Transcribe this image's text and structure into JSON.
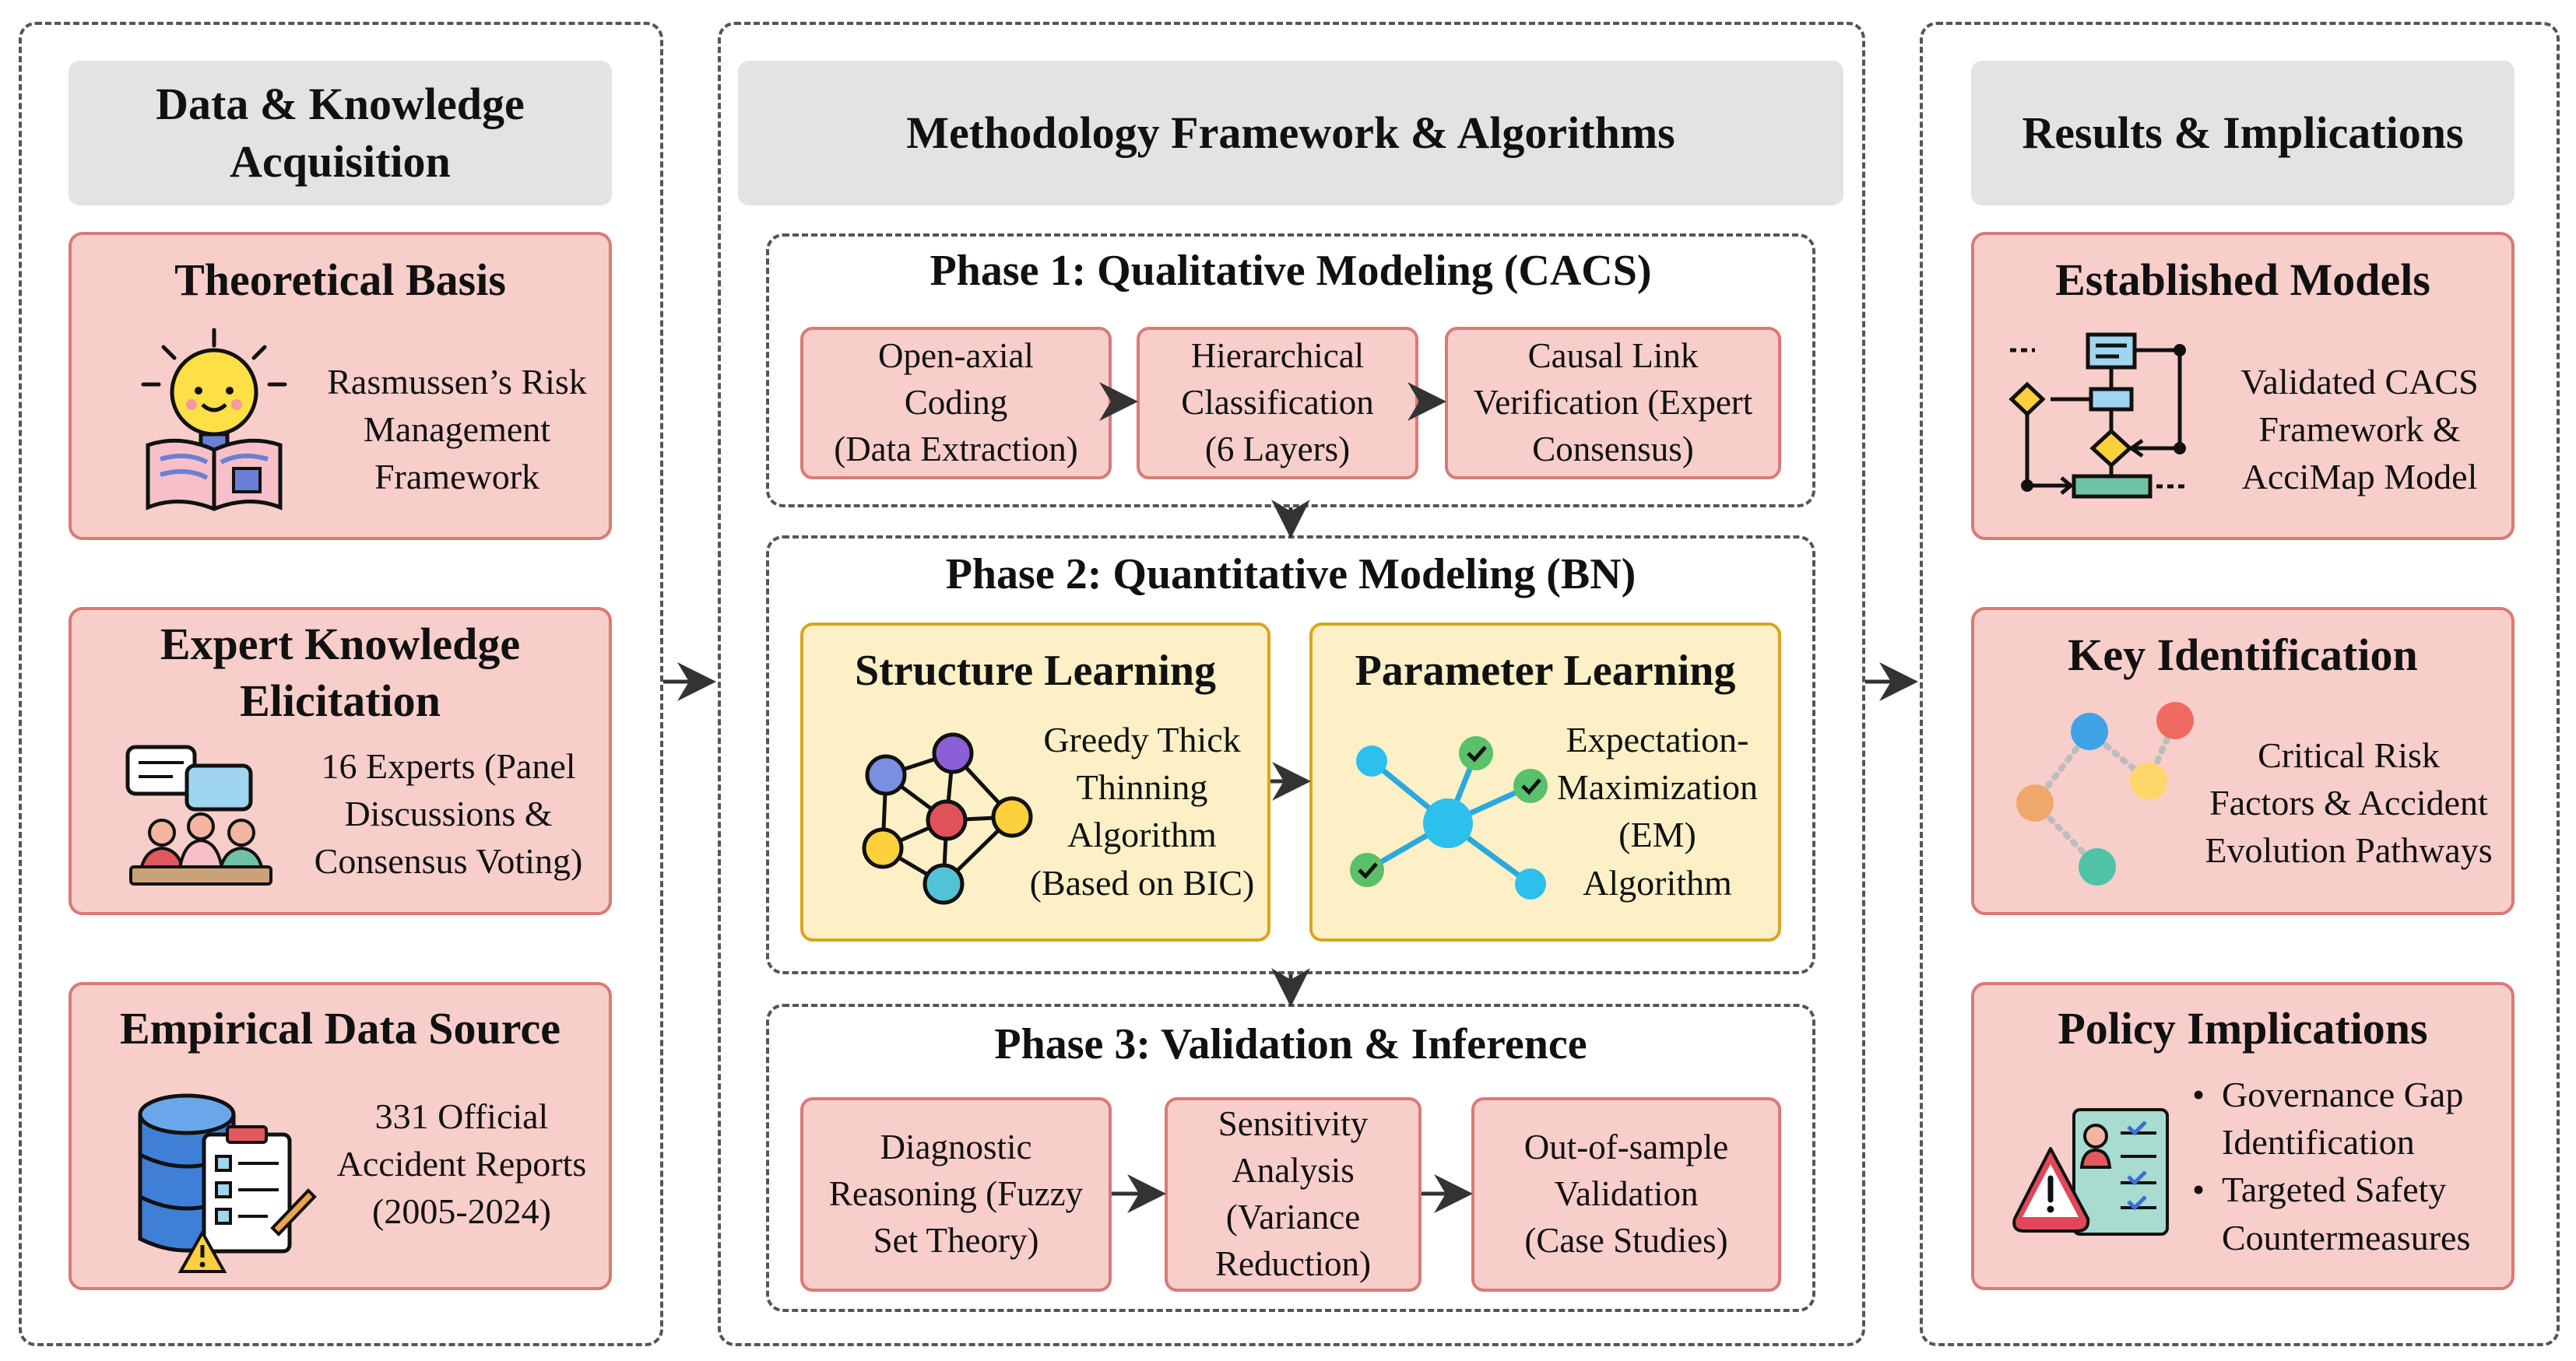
{
  "left": {
    "header": [
      "Data & Knowledge",
      "Acquisition"
    ],
    "theory": {
      "title": "Theoretical Basis",
      "text": [
        "Rasmussen’s Risk",
        "Management",
        "Framework"
      ]
    },
    "expert": {
      "title": [
        "Expert Knowledge",
        "Elicitation"
      ],
      "text": [
        "16 Experts (Panel",
        "Discussions &",
        "Consensus Voting)"
      ]
    },
    "empirical": {
      "title": "Empirical Data Source",
      "text": [
        "331 Official",
        "Accident Reports",
        "(2005-2024)"
      ]
    }
  },
  "middle": {
    "header": "Methodology Framework & Algorithms",
    "phase1": {
      "title": "Phase 1: Qualitative Modeling (CACS)",
      "steps": [
        [
          "Open-axial",
          "Coding",
          "(Data Extraction)"
        ],
        [
          "Hierarchical",
          "Classification",
          "(6 Layers)"
        ],
        [
          "Causal Link",
          "Verification (Expert",
          "Consensus)"
        ]
      ]
    },
    "phase2": {
      "title": "Phase 2: Quantitative Modeling (BN)",
      "structure": {
        "title": "Structure Learning",
        "text": [
          "Greedy Thick",
          "Thinning",
          "Algorithm",
          "(Based on BIC)"
        ]
      },
      "parameter": {
        "title": "Parameter Learning",
        "text": [
          "Expectation-",
          "Maximization",
          "(EM)",
          "Algorithm"
        ]
      }
    },
    "phase3": {
      "title": "Phase 3: Validation & Inference",
      "steps": [
        [
          "Diagnostic",
          "Reasoning (Fuzzy",
          "Set Theory)"
        ],
        [
          "Sensitivity",
          "Analysis",
          "(Variance",
          "Reduction)"
        ],
        [
          "Out-of-sample",
          "Validation",
          "(Case Studies)"
        ]
      ]
    }
  },
  "right": {
    "header": "Results & Implications",
    "models": {
      "title": "Established Models",
      "text": [
        "Validated CACS",
        "Framework &",
        "AcciMap Model"
      ]
    },
    "key": {
      "title": "Key Identification",
      "text": [
        "Critical Risk",
        "Factors & Accident",
        "Evolution Pathways"
      ]
    },
    "policy": {
      "title": "Policy Implications",
      "bullets": [
        [
          "Governance Gap",
          "Identification"
        ],
        [
          "Targeted Safety",
          "Countermeasures"
        ]
      ]
    }
  },
  "colors": {
    "pink_fill": "#f8cecb",
    "pink_border": "#d97a76",
    "yellow_fill": "#fdf0c6",
    "yellow_border": "#d9a520",
    "header_fill": "#e3e3e3"
  }
}
